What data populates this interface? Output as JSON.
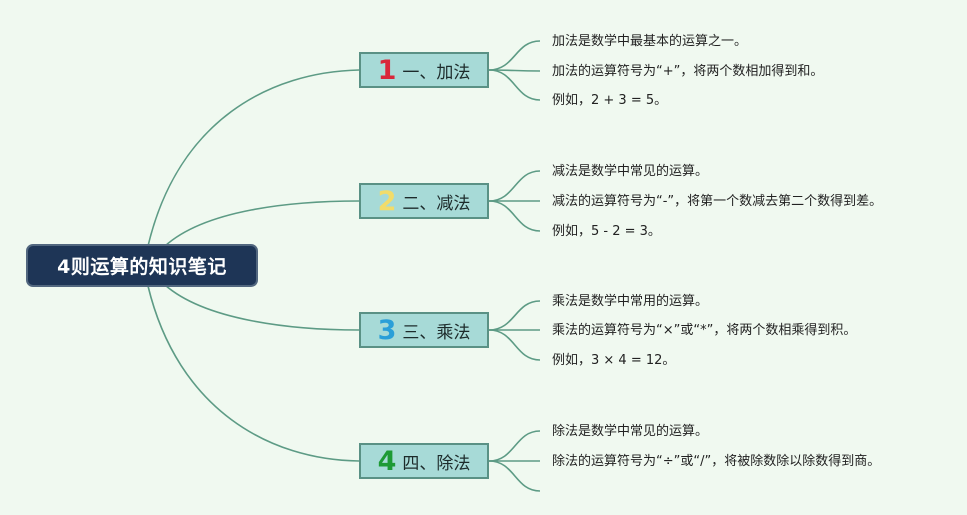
{
  "root": {
    "title": "4则运算的知识笔记"
  },
  "branches": [
    {
      "number": "1",
      "color": "#d9273a",
      "title": "一、加法",
      "notes": [
        "加法是数学中最基本的运算之一。",
        "加法的运算符号为“+”，将两个数相加得到和。",
        "例如，2 + 3 = 5。"
      ]
    },
    {
      "number": "2",
      "color": "#f2dc6a",
      "title": "二、减法",
      "notes": [
        "减法是数学中常见的运算。",
        "减法的运算符号为“-”，将第一个数减去第二个数得到差。",
        "例如，5 - 2 = 3。"
      ]
    },
    {
      "number": "3",
      "color": "#2a9fd8",
      "title": "三、乘法",
      "notes": [
        "乘法是数学中常用的运算。",
        "乘法的运算符号为“×”或“*”，将两个数相乘得到积。",
        "例如，3 × 4 = 12。"
      ]
    },
    {
      "number": "4",
      "color": "#1e9a35",
      "title": "四、除法",
      "notes": [
        "除法是数学中常见的运算。",
        "除法的运算符号为“÷”或“/”，将被除数除以除数得到商。",
        ""
      ]
    }
  ],
  "colors": {
    "line": "#5d9b85",
    "root_fill": "#1e3556",
    "branch_fill": "#a7dad7"
  }
}
